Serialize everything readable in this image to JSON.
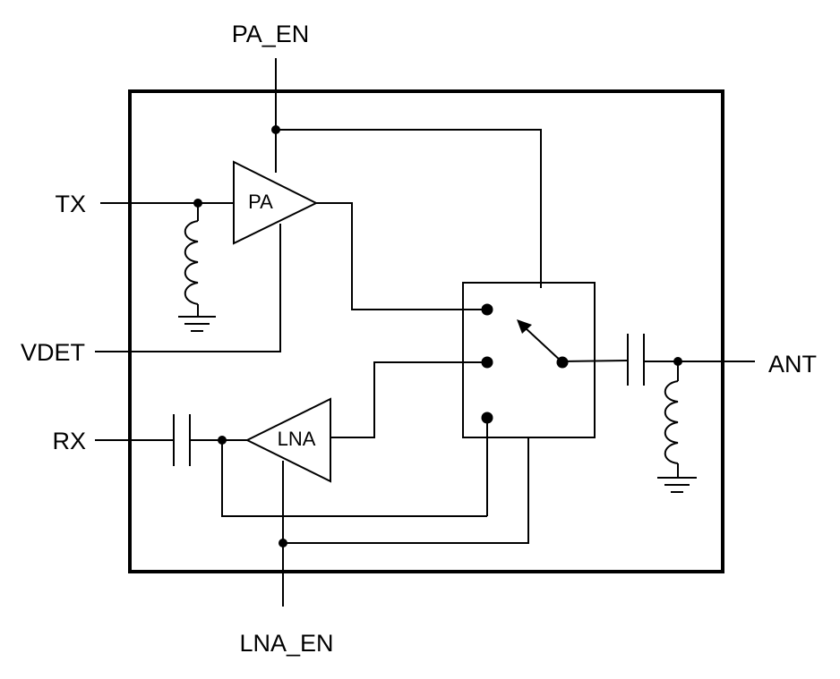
{
  "pins": {
    "pa_en": "PA_EN",
    "tx": "TX",
    "vdet": "VDET",
    "rx": "RX",
    "ant": "ANT",
    "lna_en": "LNA_EN"
  },
  "blocks": {
    "pa": "PA",
    "lna": "LNA"
  }
}
